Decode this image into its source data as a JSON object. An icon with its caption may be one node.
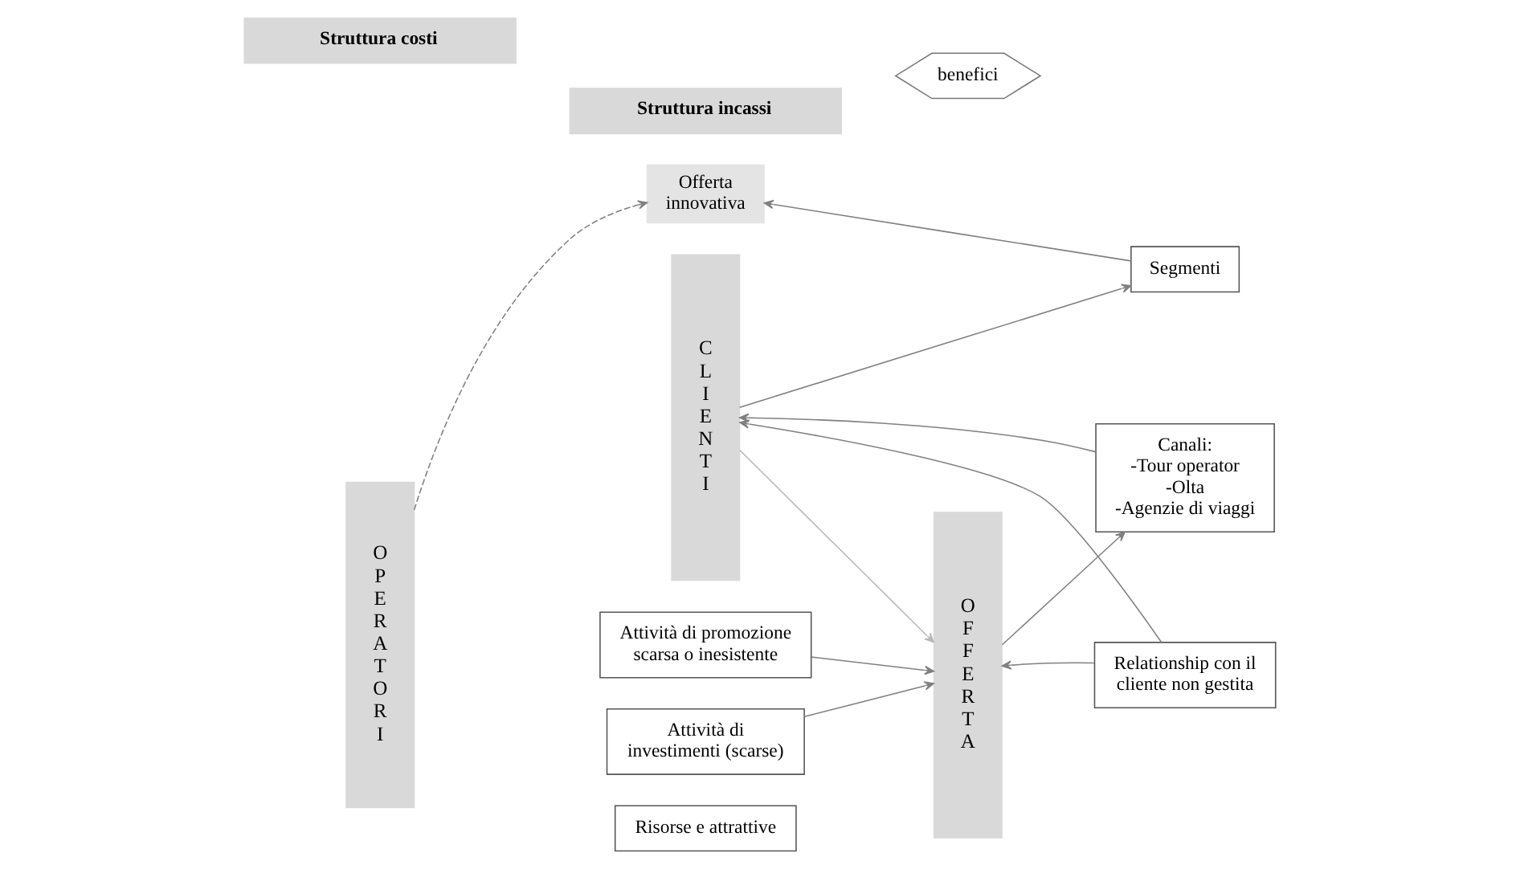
{
  "diagram": {
    "nodes": [
      {
        "text": [
          "O P E R A T O R I"
        ]
      },
      {
        "text": [
          "Offerta innovativa"
        ]
      },
      {
        "text": [
          "Segmenti"
        ]
      },
      {
        "text": [
          "Attività di promozione scarsa o inesistente"
        ]
      },
      {
        "text": [
          "O F F E R T A"
        ]
      },
      {
        "text": [
          "C L I E N T I"
        ]
      },
      {
        "text": [
          "Relationship con il cliente non gestita"
        ]
      },
      {
        "text": [
          "Attività di investimenti (scarse)"
        ]
      },
      {
        "text": [
          "Canali:",
          "-Tour operator",
          "-Olta",
          "-Agenzie di viaggi"
        ]
      },
      {
        "text": [
          "Risorse e attrattive"
        ]
      },
      {
        "text": [
          "Struttura costi"
        ]
      },
      {
        "text": [
          "benefici"
        ]
      },
      {
        "text": [
          "Struttura incassi"
        ]
      }
    ],
    "edges": [
      {
        "from": 0,
        "to": 1,
        "arrow": "to",
        "style": "dashed"
      },
      {
        "from": 2,
        "to": 1,
        "arrow": "to"
      },
      {
        "from": 5,
        "to": 2,
        "arrow": "to"
      },
      {
        "from": 3,
        "to": 4,
        "arrow": "to"
      },
      {
        "from": 5,
        "to": 4,
        "arrow": "to",
        "color": "#b8b8b8"
      },
      {
        "from": 6,
        "to": 4,
        "arrow": "to"
      },
      {
        "from": 6,
        "to": 5,
        "arrow": "to"
      },
      {
        "from": 7,
        "to": 4,
        "arrow": "to"
      },
      {
        "from": 4,
        "to": 8,
        "arrow": "to"
      },
      {
        "from": 8,
        "to": 5,
        "arrow": "to"
      }
    ]
  }
}
